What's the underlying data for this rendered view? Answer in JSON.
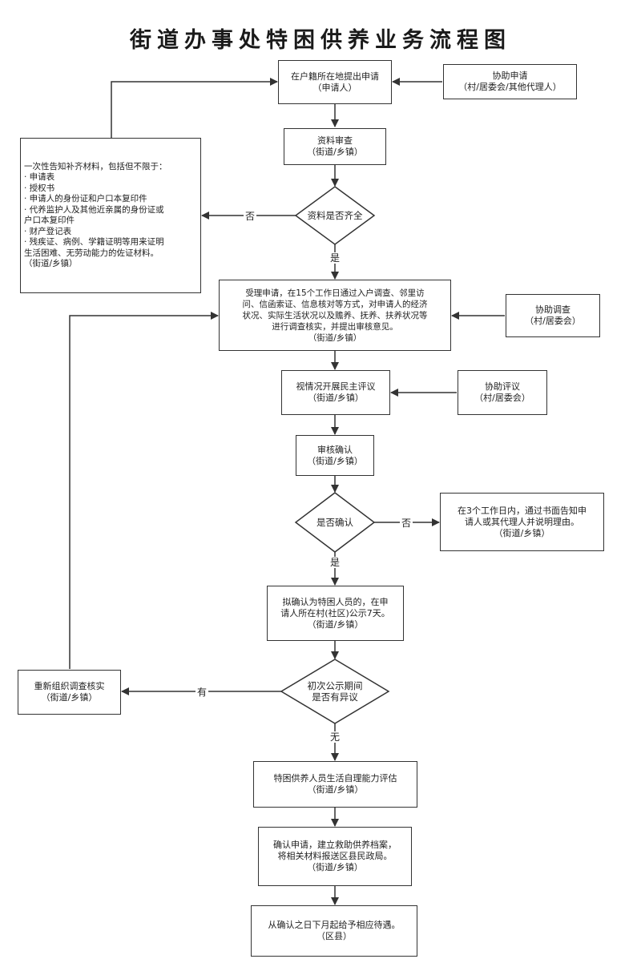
{
  "title": "街道办事处特困供养业务流程图",
  "nodes": {
    "apply": [
      "在户籍所在地提出申请",
      "（申请人）"
    ],
    "assist_apply": [
      "协助申请",
      "（村/居委会/其他代理人）"
    ],
    "review": [
      "资料审查",
      "（街道/乡镇）"
    ],
    "check_complete": [
      "资料是否齐全"
    ],
    "supplement": [
      "一次性告知补齐材料，包括但不限于：",
      "  · 申请表",
      "  · 授权书",
      "  · 申请人的身份证和户口本复印件",
      "  · 代养监护人及其他近亲属的身份证或",
      "户口本复印件",
      "  · 财产登记表",
      "  · 残疾证、病例、学籍证明等用来证明",
      "生活困难、无劳动能力的佐证材料。",
      "  （街道/乡镇）"
    ],
    "accept": [
      "受理申请，在15个工作日通过入户调查、邻里访",
      "问、信函索证、信息核对等方式，对申请人的经济",
      "状况、实际生活状况以及赡养、抚养、扶养状况等",
      "进行调查核实，并提出审核意见。",
      "（街道/乡镇）"
    ],
    "assist_investigate": [
      "协助调查",
      "（村/居委会）"
    ],
    "democratic": [
      "视情况开展民主评议",
      "（街道/乡镇）"
    ],
    "assist_evaluate": [
      "协助评议",
      "（村/居委会）"
    ],
    "audit": [
      "审核确认",
      "（街道/乡镇）"
    ],
    "is_confirmed": [
      "是否确认"
    ],
    "notify_reason": [
      "在3个工作日内，通过书面告知申",
      "请人或其代理人并说明理由。",
      "（街道/乡镇）"
    ],
    "publicize": [
      "拟确认为特困人员的，在申",
      "请人所在村(社区)公示7天。",
      "（街道/乡镇）"
    ],
    "objection": [
      "初次公示期间",
      "是否有异议"
    ],
    "reinvestigate": [
      "重新组织调查核实",
      "（街道/乡镇）"
    ],
    "self_care": [
      "特困供养人员生活自理能力评估",
      "（街道/乡镇）"
    ],
    "archive": [
      "确认申请，建立救助供养档案，",
      "将相关材料报送区县民政局。",
      "（街道/乡镇）"
    ],
    "benefit": [
      "从确认之日下月起给予相应待遇。",
      "（区县）"
    ]
  },
  "edge_labels": {
    "no_incomplete": "否",
    "yes_complete": "是",
    "no_confirm": "否",
    "yes_confirm": "是",
    "has_objection": "有",
    "no_objection": "无"
  }
}
